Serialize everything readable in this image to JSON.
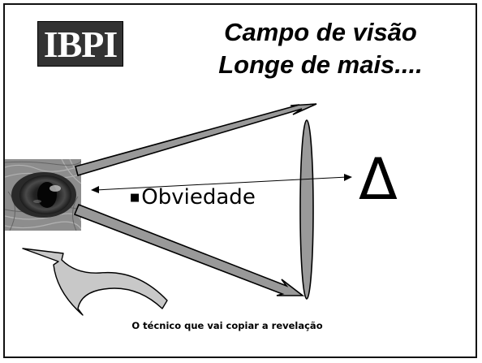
{
  "slide": {
    "logo_text": "IBPI",
    "title_line1": "Campo de visão",
    "title_line2": "Longe de mais....",
    "bullet_mark": "■",
    "bullet_text": "Obviedade",
    "delta_symbol": "Δ",
    "caption": "O técnico que vai copiar a revelação"
  },
  "colors": {
    "logo_bg": "#333333",
    "arrow_fill": "#999999",
    "lens_fill": "#9a9a9a",
    "outline": "#000000"
  },
  "icons": {
    "eye_image": "eye-photo",
    "return_arrow": "curved-return-arrow-icon"
  }
}
